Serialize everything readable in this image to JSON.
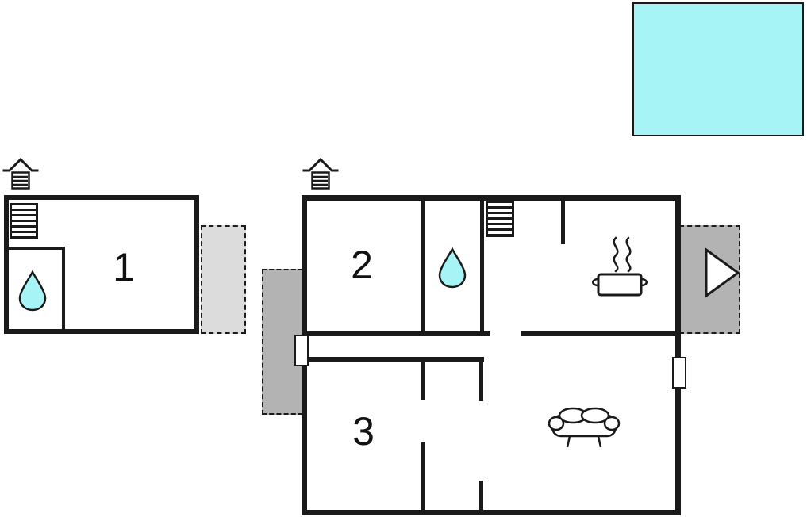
{
  "floor_plan": {
    "type": "holiday-house-floor-plan",
    "rooms": {
      "r1": {
        "label": "1"
      },
      "r2": {
        "label": "2"
      },
      "r3": {
        "label": "3"
      }
    },
    "colors": {
      "background": "#ffffff",
      "wall": "#1a1a1a",
      "pool": "#a7f4f6",
      "water_drop": "#a7f4f6",
      "terrace_light": "#dcdcdc",
      "terrace_dark": "#b3b3b3"
    },
    "icons": {
      "chimney": "chimney-icon",
      "radiator": "radiator-icon",
      "water_drop": "water-drop-icon",
      "stove": "stove-pot-icon",
      "sofa": "sofa-icon",
      "fireplace": "fireplace-triangle-icon",
      "window": "window-door-marker"
    }
  }
}
